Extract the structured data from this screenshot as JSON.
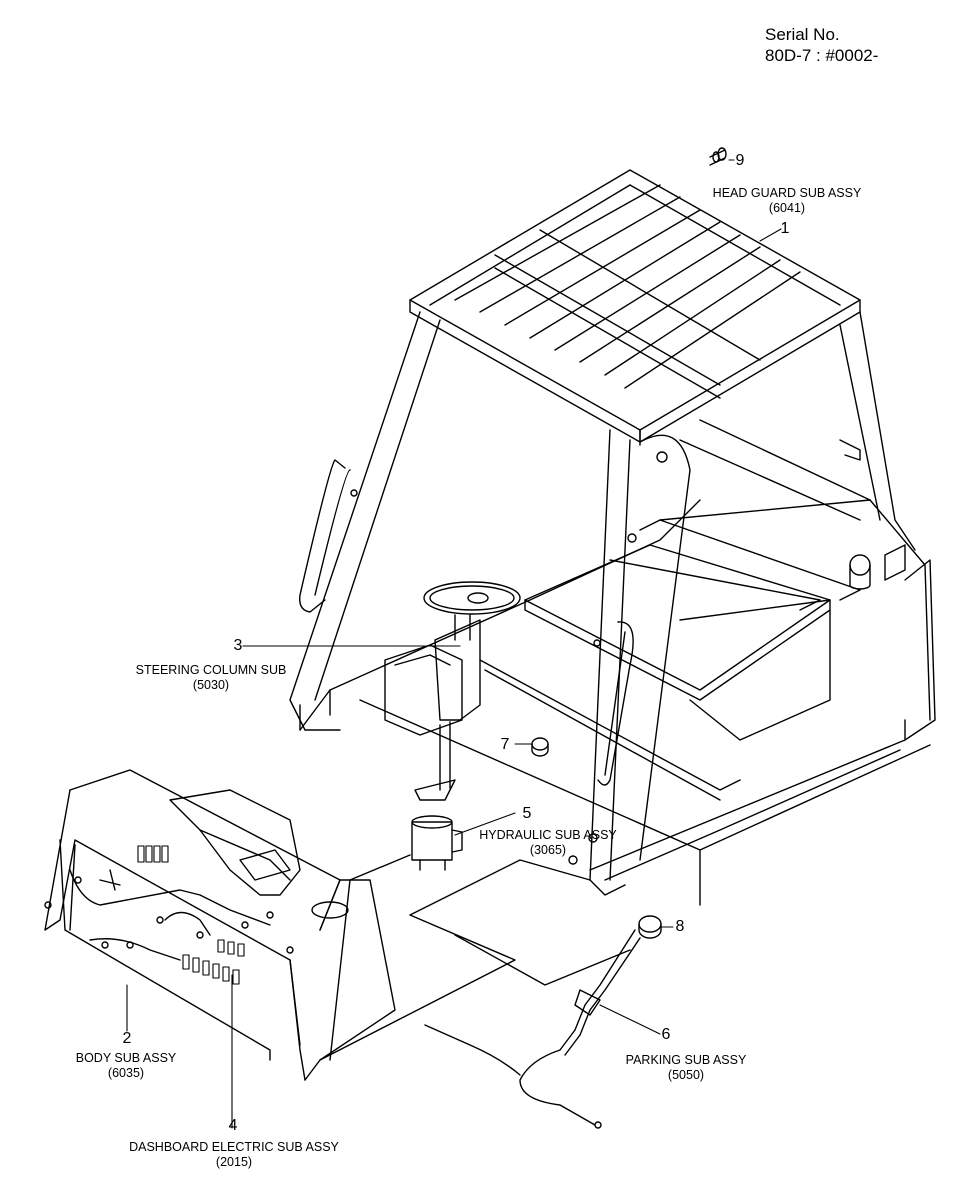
{
  "serial": {
    "line1": "Serial No.",
    "line2": "80D-7 : #0002-"
  },
  "callouts": [
    {
      "number": "1",
      "name": "HEAD GUARD SUB ASSY",
      "code": "(6041)"
    },
    {
      "number": "2",
      "name": "BODY SUB ASSY",
      "code": "(6035)"
    },
    {
      "number": "3",
      "name": "STEERING COLUMN SUB",
      "code": "(5030)"
    },
    {
      "number": "4",
      "name": "DASHBOARD ELECTRIC SUB ASSY",
      "code": "(2015)"
    },
    {
      "number": "5",
      "name": "HYDRAULIC SUB ASSY",
      "code": "(3065)"
    },
    {
      "number": "6",
      "name": "PARKING SUB ASSY",
      "code": "(5050)"
    },
    {
      "number": "7",
      "name": "",
      "code": ""
    },
    {
      "number": "8",
      "name": "",
      "code": ""
    },
    {
      "number": "9",
      "name": "",
      "code": ""
    }
  ]
}
